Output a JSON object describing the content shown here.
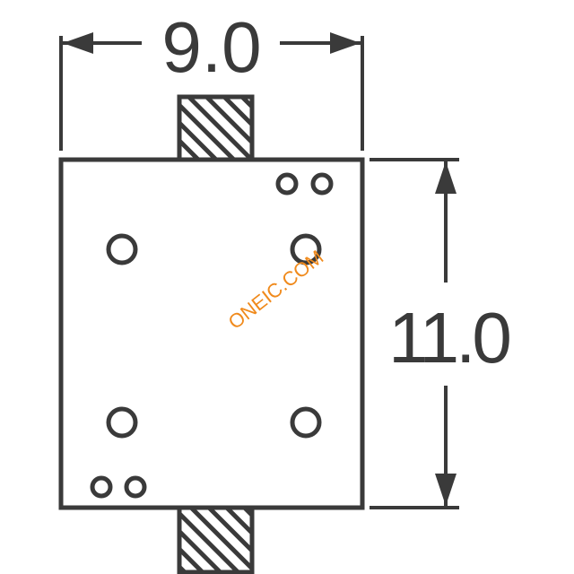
{
  "dimensions": {
    "width_label": "9.0",
    "height_label": "11.0"
  },
  "watermark": {
    "text": "ONEIC.COM",
    "color": "#f08a1c"
  },
  "colors": {
    "stroke": "#3a3a3a",
    "background": "#ffffff"
  }
}
